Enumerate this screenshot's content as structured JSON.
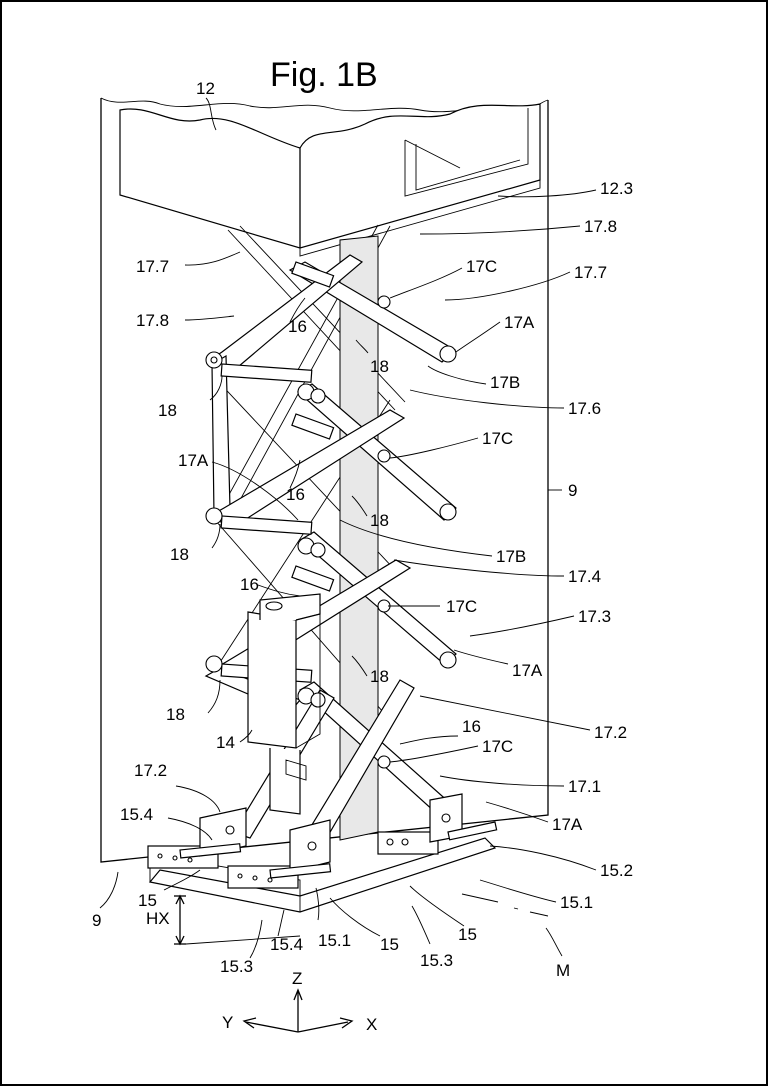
{
  "figure": {
    "title": "Fig. 1B",
    "labels": {
      "l12": "12",
      "l12_3": "12.3",
      "l17_8a": "17.8",
      "l17_7a": "17.7",
      "l17Ca": "17C",
      "l17_7b": "17.7",
      "l17_8b": "17.8",
      "l16a": "16",
      "l17Aa": "17A",
      "l18a": "18",
      "l17Ba": "17B",
      "l18b": "18",
      "l17_6": "17.6",
      "l17Cb": "17C",
      "l17Ab": "17A",
      "l16b": "16",
      "l9a": "9",
      "l18c": "18",
      "l18d": "18",
      "l17Bb": "17B",
      "l17_4": "17.4",
      "l16c": "16",
      "l17Cc": "17C",
      "l17_3": "17.3",
      "l17Ac": "17A",
      "l18e": "18",
      "l18f": "18",
      "l17_2a": "17.2",
      "l16d": "16",
      "l14": "14",
      "l17Cd": "17C",
      "l17_2b": "17.2",
      "l17_1": "17.1",
      "l15_4a": "15.4",
      "l17Ad": "17A",
      "l15_2": "15.2",
      "l15a": "15",
      "l9b": "9",
      "l15_1a": "15.1",
      "lHX": "HX",
      "l15_4b": "15.4",
      "l15_1b": "15.1",
      "l15b": "15",
      "l15c": "15",
      "l15_3a": "15.3",
      "l15_3b": "15.3",
      "lM": "M",
      "axZ": "Z",
      "axY": "Y",
      "axX": "X"
    }
  }
}
